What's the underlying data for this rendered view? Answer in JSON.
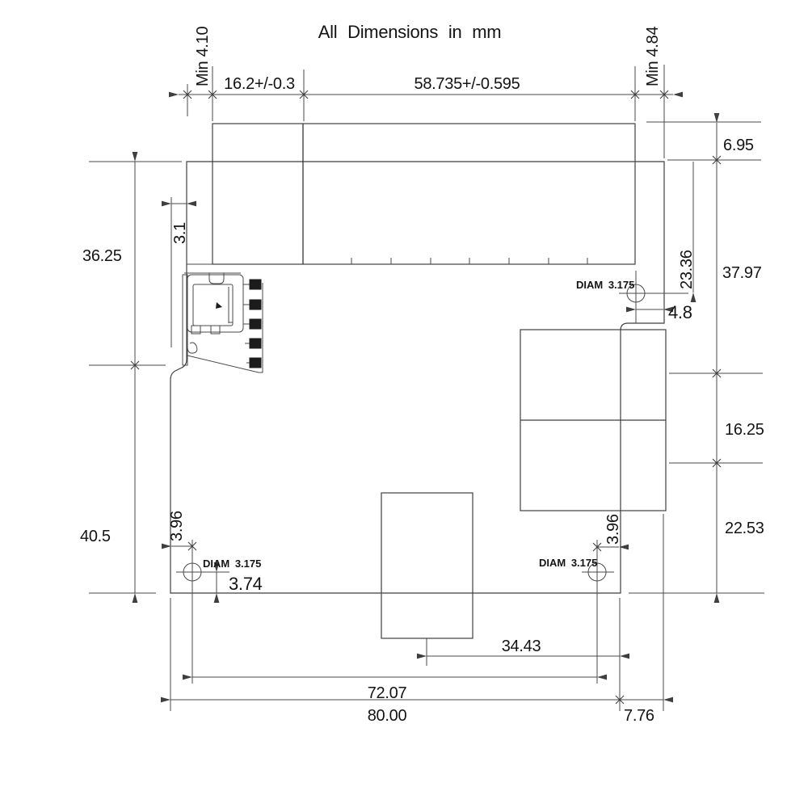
{
  "title": "All Dimensions in mm",
  "drawing": {
    "line_color": "#3f3f3f",
    "text_color": "#141414",
    "hole_count": 3,
    "connector_pin_count": 5
  },
  "dims": {
    "top_min_left": "Min 4.10",
    "top_width_left": "16.2+/-0.3",
    "top_width_right": "58.735+/-0.595",
    "top_min_right": "Min 4.84",
    "right_overhang_top": "6.95",
    "hole_top_from_top_edge": "23.36",
    "hole_top_diam": "DIAM 3.175",
    "hole_top_from_right_edge": "4.8",
    "right_segment_upper": "37.97",
    "right_segment_middle": "16.25",
    "right_segment_lower": "22.53",
    "left_segment_upper": "36.25",
    "left_edge_step": "3.1",
    "left_segment_lower": "40.5",
    "hole_bottom_left_offset_x": "3.96",
    "hole_bottom_left_diam": "DIAM 3.175",
    "hole_bottom_left_offset_y": "3.74",
    "hole_bottom_right_diam": "DIAM 3.175",
    "hole_bottom_right_offset_x": "3.96",
    "block_center_to_right_edge": "34.43",
    "hole_to_hole_span": "72.07",
    "board_width": "80.00",
    "right_connector_overhang": "7.76"
  }
}
